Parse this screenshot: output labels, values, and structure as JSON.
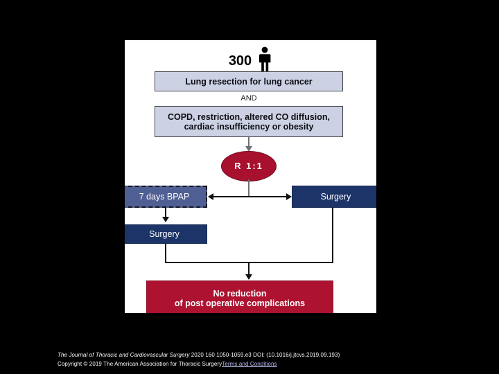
{
  "figure": {
    "title": "Randomized trial flow diagram",
    "cohort": {
      "count": "300",
      "icon": "person-pictogram-icon"
    },
    "nodes": {
      "inclusion_primary": "Lung resection for lung cancer",
      "conjunction": "AND",
      "inclusion_secondary_line1": "COPD, restriction, altered CO diffusion,",
      "inclusion_secondary_line2": "cardiac insufficiency or obesity",
      "randomization": "R 1:1",
      "arm_intervention": "7 days BPAP",
      "arm_intervention_surgery": "Surgery",
      "arm_control": "Surgery",
      "outcome_line1": "No reduction",
      "outcome_line2": "of post operative complications"
    },
    "colors": {
      "light_box_fill": "#ccd1e4",
      "navy_box_fill": "#1c3468",
      "dashed_box_fill": "#505f93",
      "crimson_fill": "#ad1330",
      "ellipse_fill": "#a8112e",
      "canvas": "#ffffff",
      "slide_background": "#000000",
      "connector": "#6f6f74",
      "connector_dark": "#111111"
    }
  },
  "citation": {
    "journal": "The Journal of Thoracic and Cardiovascular Surgery",
    "volume_pages_doi": " 2020 160 1050-1059.e3 DOI: (10.1016/j.jtcvs.2019.09.193)",
    "copyright": "Copyright © 2019 The American Association for Thoracic Surgery",
    "terms_link": "Terms and Conditions"
  }
}
